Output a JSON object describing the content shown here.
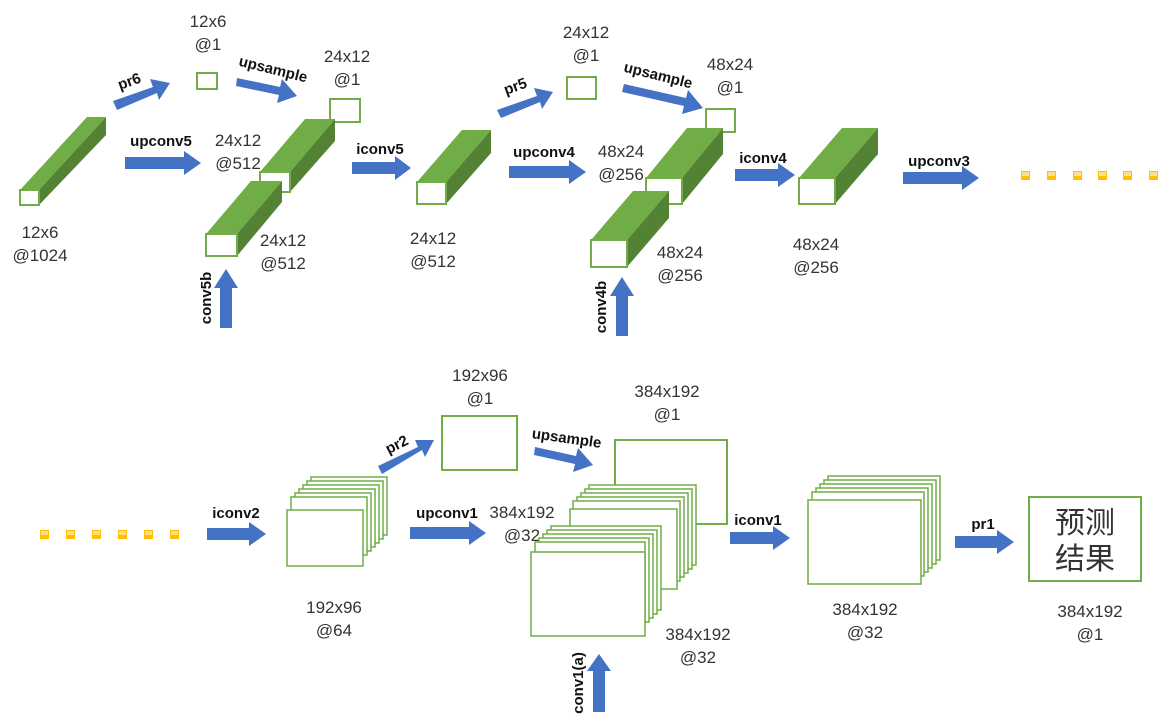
{
  "colors": {
    "block_fill": "#70ad47",
    "block_dark": "#548235",
    "outline": "#70ad47",
    "arrow": "#4472c4",
    "dots": "#ffc000"
  },
  "top_row": {
    "b1_dim": "12x6",
    "b1_ch": "@1024",
    "pr6": "pr6",
    "pr6_dim": "12x6",
    "pr6_ch": "@1",
    "upsample6": "upsample",
    "up6_dim": "24x12",
    "up6_ch": "@1",
    "upconv5": "upconv5",
    "upconv5_dim": "24x12",
    "upconv5_ch": "@512",
    "conv5b": "conv5b",
    "conv5b_dim": "24x12",
    "conv5b_ch": "@512",
    "iconv5": "iconv5",
    "iconv5_dim": "24x12",
    "iconv5_ch": "@512",
    "pr5": "pr5",
    "pr5_dim": "24x12",
    "pr5_ch": "@1",
    "upsample5": "upsample",
    "up5_dim": "48x24",
    "up5_ch": "@1",
    "upconv4": "upconv4",
    "upconv4_dim": "48x24",
    "upconv4_ch": "@256",
    "conv4b": "conv4b",
    "conv4b_dim": "48x24",
    "conv4b_ch": "@256",
    "iconv4": "iconv4",
    "iconv4_dim": "48x24",
    "iconv4_ch": "@256",
    "upconv3": "upconv3"
  },
  "bottom_row": {
    "iconv2": "iconv2",
    "iconv2_dim": "192x96",
    "iconv2_ch": "@64",
    "pr2": "pr2",
    "pr2_dim": "192x96",
    "pr2_ch": "@1",
    "upsample": "upsample",
    "up2_dim": "384x192",
    "up2_ch": "@1",
    "upconv1": "upconv1",
    "upconv1_dim": "384x192",
    "upconv1_ch": "@32",
    "conv1a": "conv1(a)",
    "conv1a_dim": "384x192",
    "conv1a_ch": "@32",
    "iconv1": "iconv1",
    "iconv1_dim": "384x192",
    "iconv1_ch": "@32",
    "pr1": "pr1",
    "result_line1": "预测",
    "result_line2": "结果",
    "result_dim": "384x192",
    "result_ch": "@1"
  }
}
